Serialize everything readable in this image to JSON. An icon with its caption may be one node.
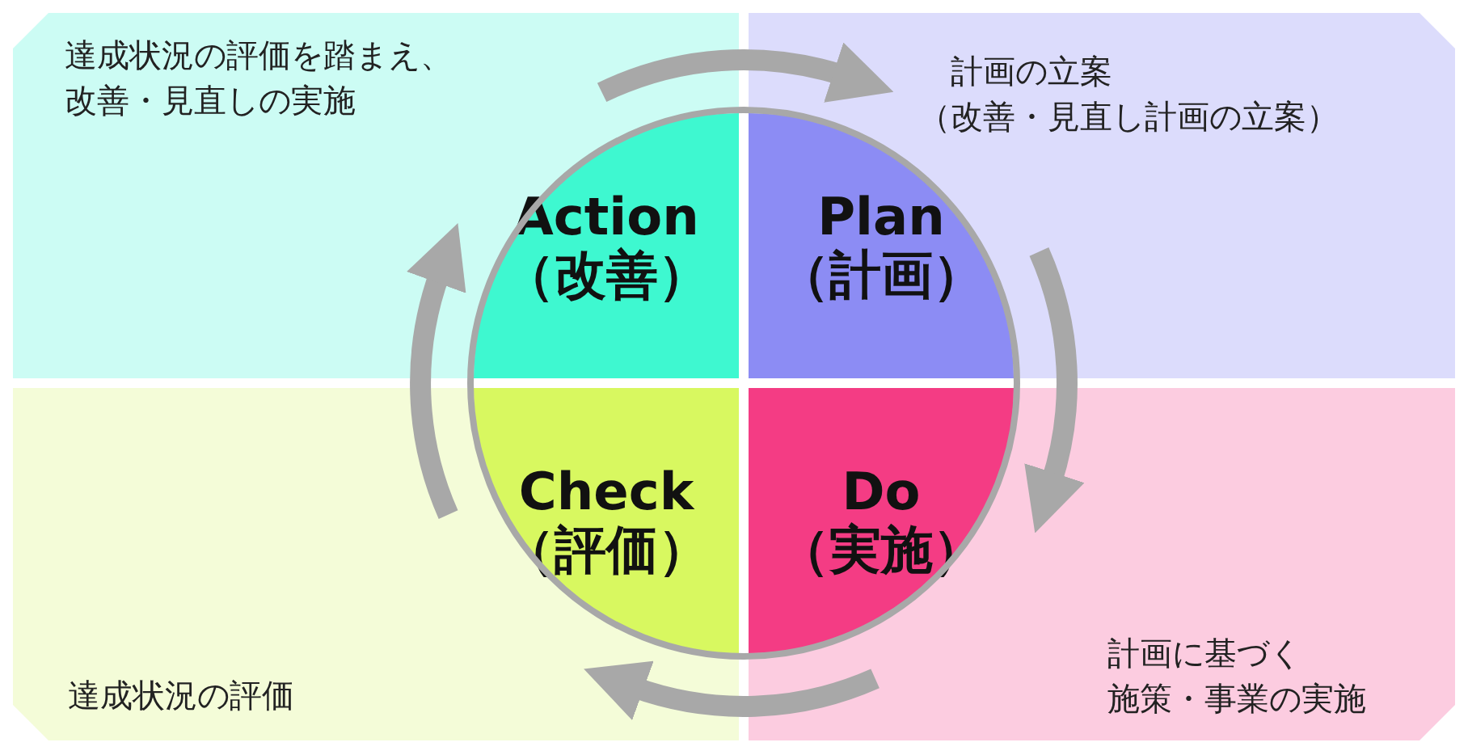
{
  "diagram": {
    "nodes": [
      {
        "text": [
          "達成状況の評価を踏まえ、改善・見直しの実施"
        ]
      },
      {
        "text": [
          "計画の立案",
          "（改善・見直し計画の立案）"
        ]
      },
      {
        "text": [
          "達成状況の評価"
        ]
      },
      {
        "text": [
          "計画に基づく",
          "施策・事業の実施"
        ]
      },
      {
        "text": [
          "Action",
          "（改善）"
        ],
        "in": 0
      },
      {
        "text": [
          "Plan",
          "（計画）"
        ],
        "in": 1
      },
      {
        "text": [
          "Check",
          "（評価）"
        ],
        "in": 2
      },
      {
        "text": [
          "Do",
          "（実施）"
        ],
        "in": 3
      }
    ],
    "edges": [
      {
        "from": 4,
        "to": 5,
        "arrow": "to"
      },
      {
        "from": 5,
        "to": 7,
        "arrow": "to"
      },
      {
        "from": 7,
        "to": 6,
        "arrow": "to"
      },
      {
        "from": 6,
        "to": 4,
        "arrow": "to"
      }
    ]
  }
}
